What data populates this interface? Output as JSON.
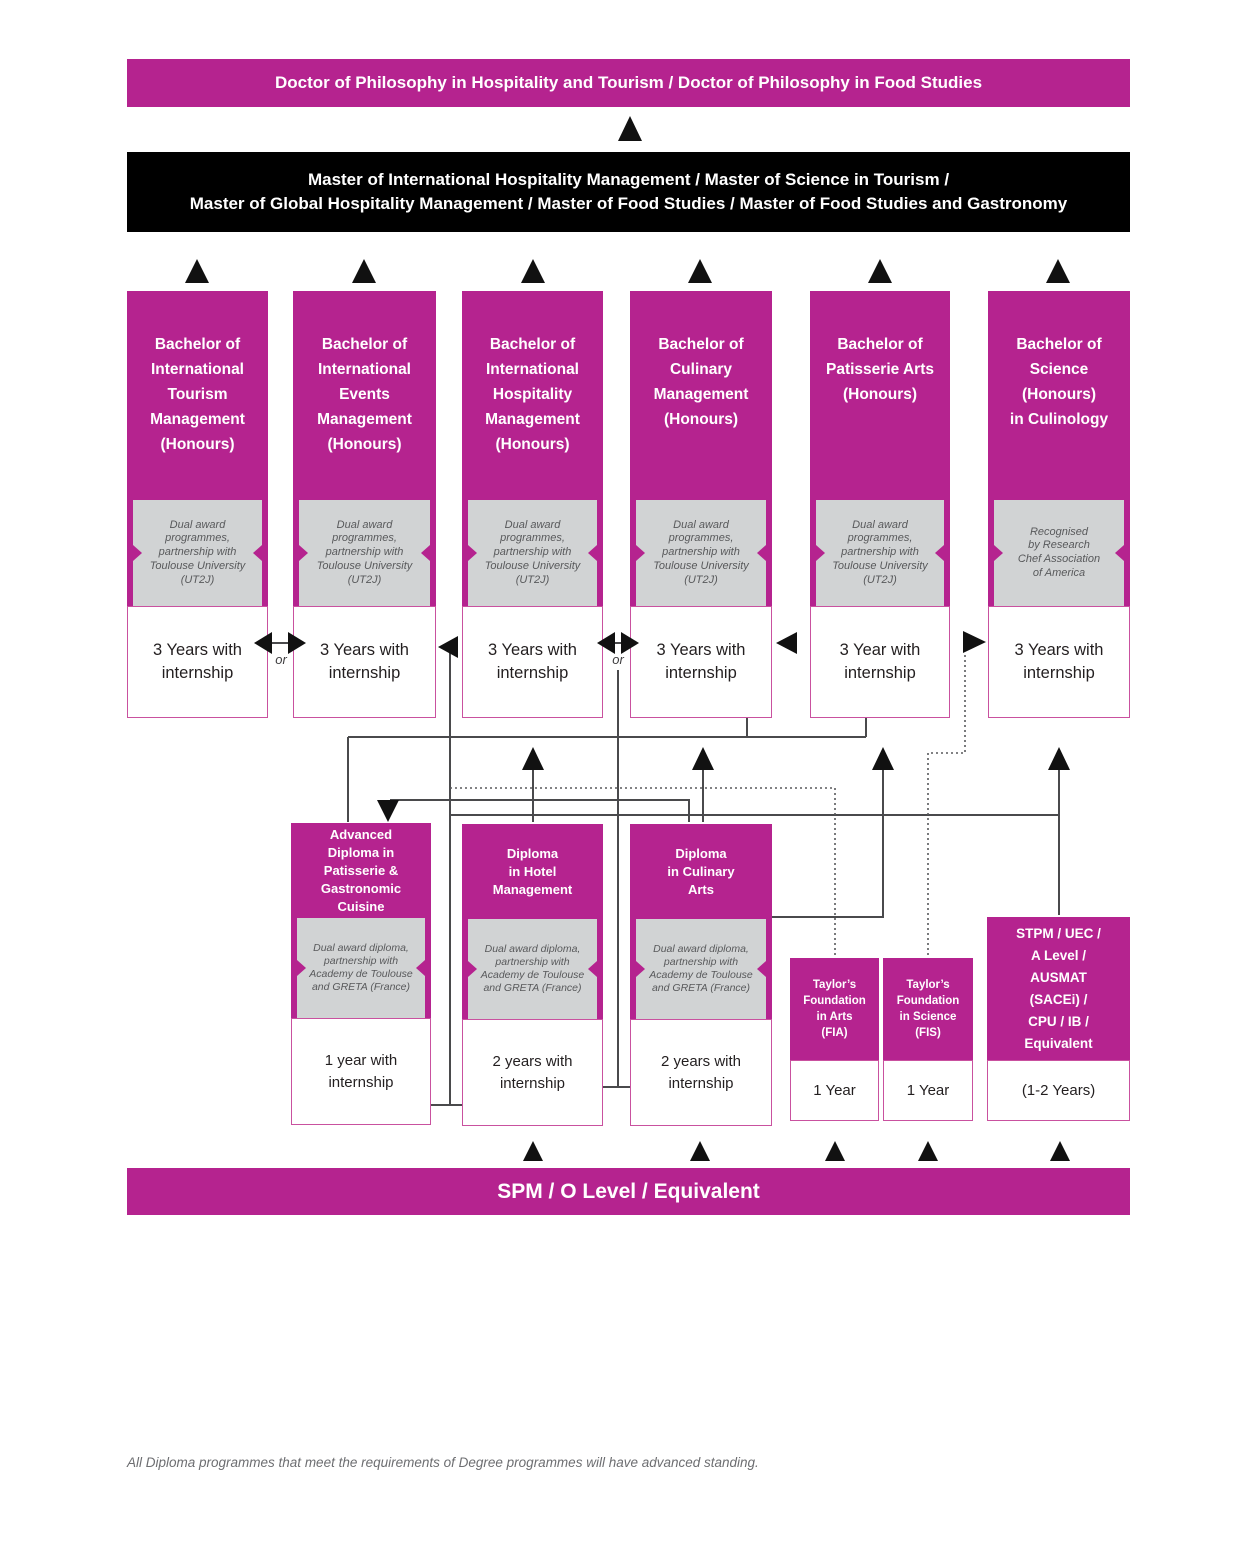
{
  "colors": {
    "magenta": "#b5238f",
    "black_bar": "#000000",
    "gray_box": "#d1d3d4",
    "gray_text": "#58595b",
    "line": "#4a4a4c"
  },
  "top_bar": {
    "label": "Doctor of Philosophy in Hospitality and Tourism / Doctor of Philosophy in Food Studies"
  },
  "master_bar": {
    "label": "Master of International Hospitality Management / Master of Science in Tourism /\nMaster of Global Hospitality Management / Master of Food Studies / Master of Food Studies and Gastronomy"
  },
  "bachelors": [
    {
      "title": "Bachelor of\nInternational\nTourism\nManagement\n(Honours)",
      "note": "Dual award\nprogrammes,\npartnership with\nToulouse University\n(UT2J)",
      "duration": "3 Years with\ninternship"
    },
    {
      "title": "Bachelor of\nInternational\nEvents\nManagement\n(Honours)",
      "note": "Dual award\nprogrammes,\npartnership with\nToulouse University\n(UT2J)",
      "duration": "3 Years with\ninternship"
    },
    {
      "title": "Bachelor of\nInternational\nHospitality\nManagement\n(Honours)",
      "note": "Dual award\nprogrammes,\npartnership with\nToulouse University\n(UT2J)",
      "duration": "3 Years with\ninternship"
    },
    {
      "title": "Bachelor of\nCulinary\nManagement\n(Honours)",
      "note": "Dual award\nprogrammes,\npartnership with\nToulouse University\n(UT2J)",
      "duration": "3 Years with\ninternship"
    },
    {
      "title": "Bachelor of\nPatisserie Arts\n(Honours)",
      "note": "Dual award\nprogrammes,\npartnership with\nToulouse University\n(UT2J)",
      "duration": "3 Year with\ninternship"
    },
    {
      "title": "Bachelor of\nScience\n(Honours)\nin Culinology",
      "note": "Recognised\nby Research\nChef Association\nof America",
      "duration": "3 Years with\ninternship"
    }
  ],
  "diplomas": [
    {
      "title": "Advanced\nDiploma in\nPatisserie &\nGastronomic\nCuisine",
      "note": "Dual award diploma,\npartnership with\nAcademy de Toulouse\nand GRETA (France)",
      "duration": "1 year with\ninternship"
    },
    {
      "title": "Diploma\nin Hotel\nManagement",
      "note": "Dual award diploma,\npartnership with\nAcademy de Toulouse\nand GRETA (France)",
      "duration": "2 years with\ninternship"
    },
    {
      "title": "Diploma\nin Culinary\nArts",
      "note": "Dual award diploma,\npartnership with\nAcademy de Toulouse\nand GRETA (France)",
      "duration": "2 years with\ninternship"
    }
  ],
  "foundations": [
    {
      "title": "Taylor’s\nFoundation\nin Arts\n(FIA)",
      "duration": "1 Year"
    },
    {
      "title": "Taylor’s\nFoundation\nin Science\n(FIS)",
      "duration": "1 Year"
    }
  ],
  "entry": {
    "title": "STPM / UEC /\nA Level /\nAUSMAT\n(SACEi) /\nCPU / IB /\nEquivalent",
    "duration": "(1-2 Years)"
  },
  "bottom_bar": {
    "label": "SPM / O Level / Equivalent"
  },
  "or_label": "or",
  "footnote": "All Diploma programmes that meet the requirements of Degree programmes will have advanced standing."
}
